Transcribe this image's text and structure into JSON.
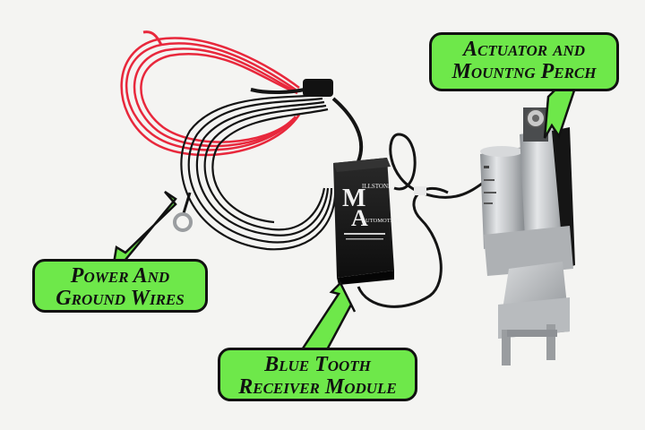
{
  "callouts": {
    "actuator": {
      "line1": "Actuator and",
      "line2": "Mountng Perch"
    },
    "power": {
      "line1": "Power And",
      "line2": "Ground Wires"
    },
    "bluetooth": {
      "line1": "Blue Tooth",
      "line2": "Receiver Module"
    }
  },
  "module": {
    "logo_top": "ILLSTONE",
    "logo_bottom": "UTOMOTIVE",
    "logo_letter_m": "M",
    "logo_letter_a": "A"
  },
  "colors": {
    "callout_fill": "#6ee84a",
    "arrow_fill": "#6ee84a",
    "red_wire": "#e8283c",
    "black_wire": "#141414",
    "actuator_body": "#b9bcbf"
  },
  "icons": [
    "arrow-icon"
  ]
}
